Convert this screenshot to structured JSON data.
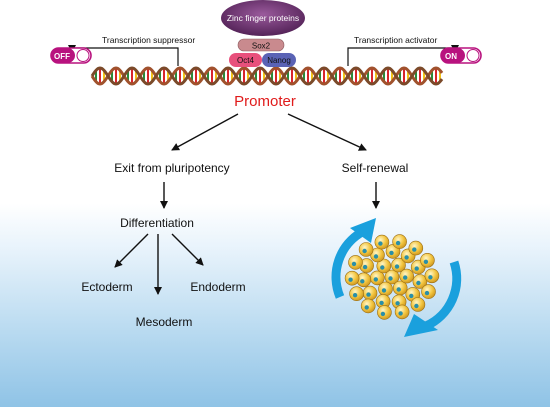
{
  "proteins": {
    "zinc_finger": "Zinc finger proteins",
    "sox2": "Sox2",
    "oct4": "Oct4",
    "nanog": "Nanog"
  },
  "regulation": {
    "suppressor_label": "Transcription suppressor",
    "activator_label": "Transcription activator",
    "off_label": "OFF",
    "on_label": "ON"
  },
  "promoter_label": "Promoter",
  "branches": {
    "left": "Exit from pluripotency",
    "right": "Self-renewal",
    "differentiation": "Differentiation",
    "ectoderm": "Ectoderm",
    "mesoderm": "Mesoderm",
    "endoderm": "Endoderm"
  },
  "colors": {
    "zinc_finger": "#6b2d6e",
    "sox2": "#c98a8e",
    "oct4": "#e8507c",
    "nanog": "#5a63b5",
    "promoter": "#e01b1b",
    "toggle": "#b8127e",
    "cycle_arrow": "#1aa0dd",
    "cell": "#f3c640"
  }
}
